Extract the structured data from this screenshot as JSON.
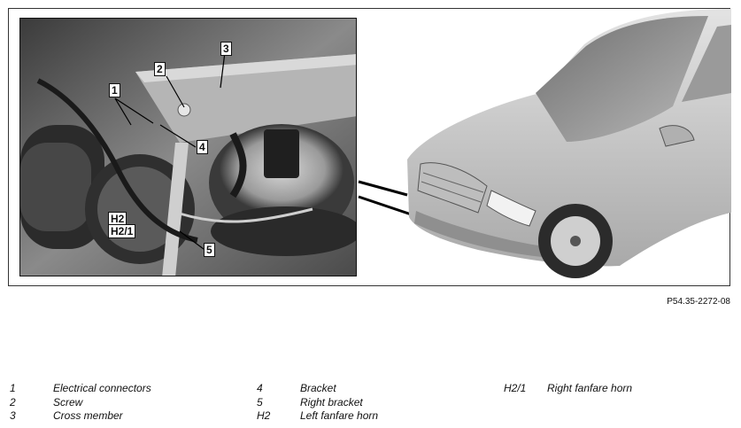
{
  "callouts": {
    "c1": "1",
    "c2": "2",
    "c3": "3",
    "c4": "4",
    "c5": "5",
    "h2": "H2",
    "h21": "H2/1"
  },
  "reference": "P54.35-2272-08",
  "legend": [
    {
      "key": "1",
      "text": "Electrical connectors"
    },
    {
      "key": "2",
      "text": "Screw"
    },
    {
      "key": "3",
      "text": "Cross member"
    },
    {
      "key": "4",
      "text": "Bracket"
    },
    {
      "key": "5",
      "text": "Right bracket"
    },
    {
      "key": "H2",
      "text": "Left fanfare horn"
    },
    {
      "key": "H2/1",
      "text": "Right fanfare horn"
    }
  ]
}
